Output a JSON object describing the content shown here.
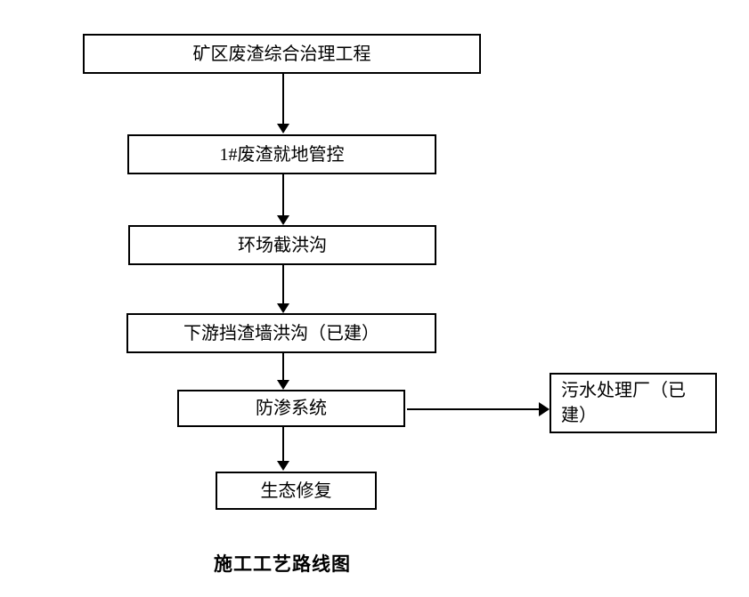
{
  "diagram": {
    "title": "施工工艺路线图",
    "nodes": [
      {
        "id": "project",
        "label": "矿区废渣综合治理工程"
      },
      {
        "id": "waste-control",
        "label": "1#废渣就地管控"
      },
      {
        "id": "flood-ditch",
        "label": "环场截洪沟"
      },
      {
        "id": "retaining-wall",
        "label": "下游挡渣墙洪沟（已建）"
      },
      {
        "id": "seepage-system",
        "label": "防渗系统"
      },
      {
        "id": "eco-restoration",
        "label": "生态修复"
      },
      {
        "id": "sewage-plant",
        "label": "污水处理厂（已建）"
      }
    ],
    "edges": [
      {
        "from": "project",
        "to": "waste-control",
        "direction": "down"
      },
      {
        "from": "waste-control",
        "to": "flood-ditch",
        "direction": "down"
      },
      {
        "from": "flood-ditch",
        "to": "retaining-wall",
        "direction": "down"
      },
      {
        "from": "retaining-wall",
        "to": "seepage-system",
        "direction": "down"
      },
      {
        "from": "seepage-system",
        "to": "eco-restoration",
        "direction": "down"
      },
      {
        "from": "seepage-system",
        "to": "sewage-plant",
        "direction": "right"
      }
    ],
    "colors": {
      "background": "#ffffff",
      "box_fill": "#ffffff",
      "box_border": "#000000",
      "line": "#000000",
      "text": "#000000"
    }
  }
}
